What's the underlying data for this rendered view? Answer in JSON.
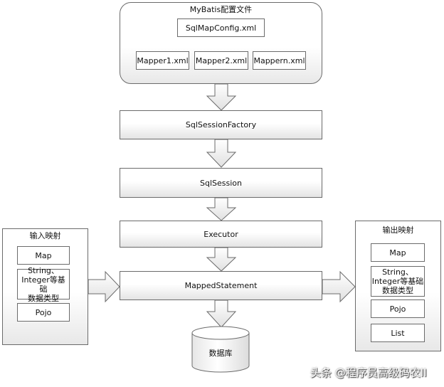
{
  "config_panel": {
    "title": "MyBatis配置文件",
    "sqlmapconfig": "SqlMapConfig.xml",
    "mappers": [
      "Mapper1.xml",
      "Mapper2.xml",
      "Mappern.xml"
    ]
  },
  "pipeline": {
    "factory": "SqlSessionFactory",
    "session": "SqlSession",
    "executor": "Executor",
    "mapped_statement": "MappedStatement"
  },
  "input_panel": {
    "title": "输入映射",
    "items": [
      "Map",
      "String、\nInteger等基础\n数据类型",
      "Pojo"
    ]
  },
  "output_panel": {
    "title": "输出映射",
    "items": [
      "Map",
      "String、\nInteger等基础\n数据类型",
      "Pojo",
      "List"
    ]
  },
  "database": {
    "label": "数据库"
  },
  "watermark": "头条 @程序员高级码农II",
  "colors": {
    "stroke": "#6b6b6b",
    "fill_light": "#ffffff",
    "fill_shade": "#e4e4e4"
  }
}
